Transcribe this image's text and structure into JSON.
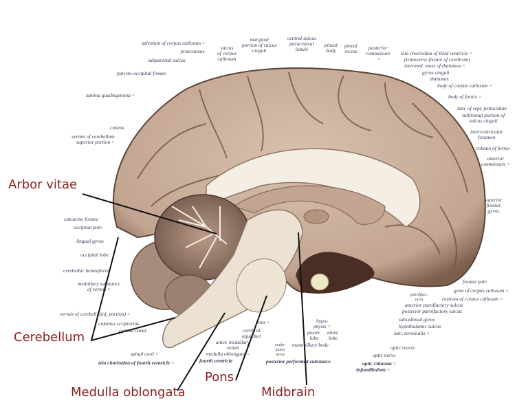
{
  "callouts": {
    "arbor_vitae": "Arbor vitae",
    "cerebellum": "Cerebellum",
    "medulla_oblongata": "Medulla oblongata",
    "pons": "Pons",
    "midbrain": "Midbrain"
  },
  "colors": {
    "callout": "#8b1d1d",
    "label": "#3a3550",
    "marker": "#3d8a45",
    "brain": "#c9ad98"
  },
  "marker": "×",
  "labels": {
    "splenium": "splenium of corpus callosum",
    "praecuneus": "praecuneus",
    "sulcus_cc": [
      "sulcus",
      "of corpus",
      "callosum"
    ],
    "marginal": [
      "marginal",
      "portion of sulcus",
      "cinguli"
    ],
    "central": [
      "central sulcus",
      "paracentral",
      "lobule"
    ],
    "pineal_body": [
      "pineal",
      "body"
    ],
    "pineal_recess": [
      "pineal",
      "recess"
    ],
    "post_commissure": [
      "posterior",
      "commissure"
    ],
    "subparietal": "subparietal sulcus",
    "parieto": "parieto-occipital fissure",
    "lamina": "lamina quadrigemina",
    "cuneus": "cuneus",
    "vermis_sup": [
      "vermis of cerebellum",
      "superior portion"
    ],
    "tela3": "tela chorioidea of third ventricle",
    "transverse": "(transverse fissure of cerebrum)",
    "intermed": "intermed. mass of thalamus",
    "gyrus_cinguli": "gyrus cinguli",
    "thalamus": "thalamus",
    "body_cc": "body of corpus callosum",
    "body_fornix": "body of fornix",
    "lam_sept": "lam. of sept. pellucidum",
    "subfrontal": [
      "subfrontal portion of",
      "sulcus cinguli"
    ],
    "interventricular": [
      "interventricular",
      "foramen"
    ],
    "column_fornix": "column of fornix",
    "ant_commissure": [
      "anterior",
      "commissure"
    ],
    "sup_frontal": [
      "superior",
      "frontal",
      "gyrus"
    ],
    "calcarine": "calcarine fissure",
    "occ_pole": "occipital pole",
    "lingual": "lingual gyrus",
    "occ_lobe": "occipital lobe",
    "cereb_hemi": "cerebellar hemisphere",
    "medullary_sub": [
      "medullary substance",
      "of vermis"
    ],
    "vermis_inf": "vermis of cerebell. (inf. portion)",
    "calamus": "calamus scriptorius",
    "central_canal": "central canal",
    "spinal_cord": "spinal cord",
    "tela4": "tela chorioidea of fourth ventricle",
    "fourth_ventricle": "fourth ventricle",
    "medulla_obl": "medulla oblongata",
    "ant_med_velum": [
      "anter. medullary",
      "velum"
    ],
    "cereb_aqueduct": [
      "cerebral",
      "aqueduct"
    ],
    "pons": "pons",
    "oculomotor": [
      "oculo-",
      "motor",
      "nerve"
    ],
    "hypophysis": [
      "hypo-",
      "physis"
    ],
    "poster_lobe": [
      "poster.",
      "lobe"
    ],
    "anter_lobe": [
      "anter.",
      "lobe"
    ],
    "mammillary": "mammillary body",
    "post_perforated": "posterior perforated substance",
    "optic_chiasma": "optic chiasma",
    "infundibulum": "infundibulum",
    "optic_nerve": "optic nerve",
    "optic_recess": "optic recess",
    "lam_terminalis": "lam. terminalis",
    "hypothalamic": "hypothalamic sulcus",
    "subcallosal": "subcallosal gyrus",
    "post_parolf": "posterior parolfactory sulcus",
    "ant_parolf": "anterior parolfactory sulcus",
    "parolf_area": [
      "parolfact.",
      "area"
    ],
    "rostrum": "rostrum of corpus callosum",
    "genu": "genu of corpus callosum",
    "frontal_pole": "frontal pole"
  }
}
